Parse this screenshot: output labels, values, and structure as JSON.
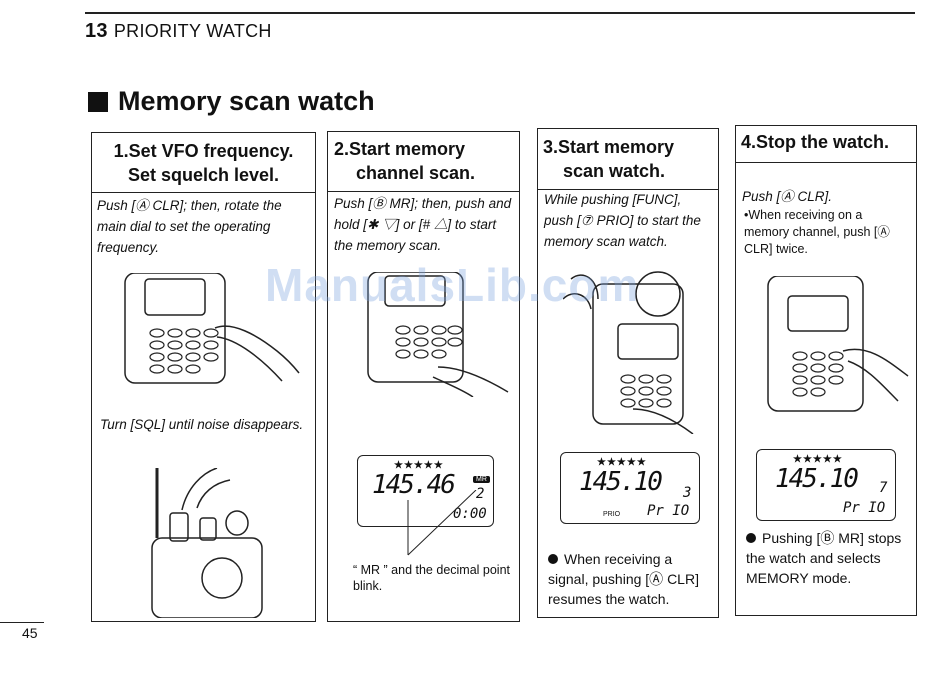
{
  "header": {
    "chapter_number": "13",
    "chapter_title": "PRIORITY WATCH"
  },
  "section_title": "Memory scan watch",
  "watermark": "ManualsLib.com",
  "page_number": "45",
  "panels": [
    {
      "title_line1": "1.Set VFO frequency.",
      "title_line2": "Set squelch level.",
      "text": "Push [Ⓐ CLR]; then, rotate the main dial to set the operating frequency.",
      "text2": "Turn [SQL] until noise disappears."
    },
    {
      "title_line1": "2.Start memory",
      "title_line2": "channel scan.",
      "text": "Push [Ⓑ MR]; then, push and hold [✱ ▽] or [# △] to start the memory scan.",
      "lcd": {
        "stars": "★★★★★",
        "freq": "145.46",
        "ch": "2",
        "timer": "0:00",
        "badge": "MR"
      },
      "note": "“ MR ” and the decimal point blink."
    },
    {
      "title_line1": "3.Start memory",
      "title_line2": "scan watch.",
      "text": "While pushing [FUNC], push [⑦ PRIO] to start the memory scan watch.",
      "lcd": {
        "stars": "★★★★★",
        "freq": "145.10",
        "ch": "3",
        "mode": "Pr IO",
        "prio": "PRIO"
      },
      "note": "When receiving a signal, pushing [Ⓐ CLR] resumes the watch."
    },
    {
      "title_line1": "4.Stop the watch.",
      "text": "Push [Ⓐ CLR].",
      "sub": "•When receiving on a memory channel, push [Ⓐ CLR] twice.",
      "lcd": {
        "stars": "★★★★★",
        "freq": "145.10",
        "ch": "7",
        "mode": "Pr IO"
      },
      "note": "Pushing [Ⓑ MR] stops the watch and selects MEMORY mode."
    }
  ]
}
